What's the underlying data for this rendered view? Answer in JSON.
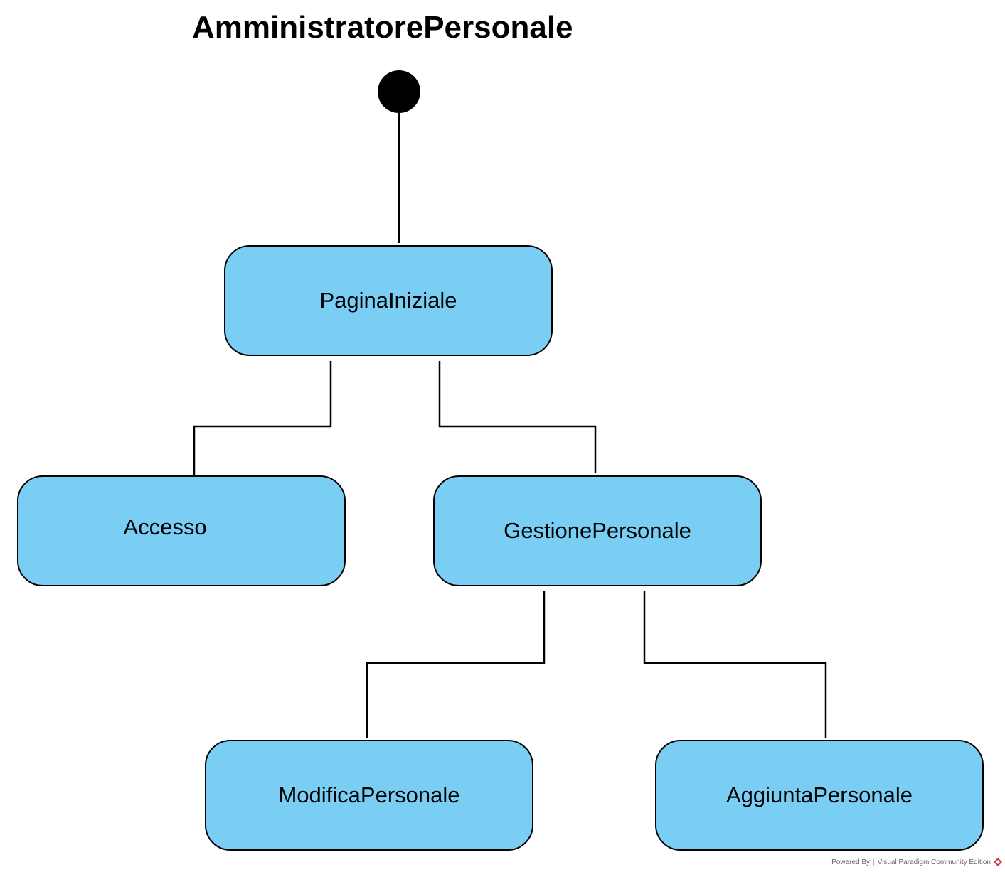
{
  "diagram": {
    "title": "AmministratorePersonale",
    "states": {
      "pagina_iniziale": "PaginaIniziale",
      "accesso": "Accesso",
      "gestione_personale": "GestionePersonale",
      "modifica_personale": "ModificaPersonale",
      "aggiunta_personale": "AggiuntaPersonale"
    },
    "colors": {
      "state_fill": "#7acef4",
      "stroke": "#000000",
      "initial_node": "#000000"
    }
  },
  "footer": {
    "powered_by": "Powered By",
    "tool": "Visual Paradigm Community Edition",
    "logo_icon": "visual-paradigm-logo-icon"
  }
}
